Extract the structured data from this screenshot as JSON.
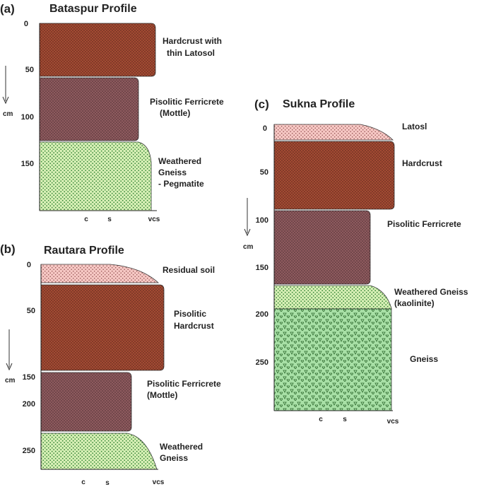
{
  "panels": [
    {
      "letter": "(a)",
      "title": "Bataspur Profile",
      "unit": "cm",
      "depth_ticks": [
        "0",
        "50",
        "100",
        "150"
      ],
      "grain_labels": [
        "c",
        "s",
        "vcs"
      ],
      "layers": [
        {
          "label": [
            "Hardcrust with",
            "thin Latosol"
          ],
          "fill": "#a34a33",
          "pattern": "dots-dark"
        },
        {
          "label": [
            "Pisolitic Ferricrete",
            "(Mottle)"
          ],
          "fill": "#8e5a5e",
          "pattern": "dots-dark"
        },
        {
          "label": [
            "Weathered",
            "Gneiss",
            "- Pegmatite"
          ],
          "fill": "#d8f0b6",
          "pattern": "dots-green"
        }
      ]
    },
    {
      "letter": "(b)",
      "title": "Rautara Profile",
      "unit": "cm",
      "depth_ticks": [
        "0",
        "50",
        "150",
        "200",
        "250"
      ],
      "grain_labels": [
        "c",
        "s",
        "vcs"
      ],
      "layers": [
        {
          "label": [
            "Residual soil"
          ],
          "fill": "#f6c8c4",
          "pattern": "dots-pink"
        },
        {
          "label": [
            "Pisolitic",
            "Hardcrust"
          ],
          "fill": "#a34a33",
          "pattern": "dots-dark"
        },
        {
          "label": [
            "Pisolitic Ferricrete",
            "(Mottle)"
          ],
          "fill": "#8e5a5e",
          "pattern": "dots-dark"
        },
        {
          "label": [
            "Weathered",
            "Gneiss"
          ],
          "fill": "#d8f0b6",
          "pattern": "dots-green"
        }
      ]
    },
    {
      "letter": "(c)",
      "title": "Sukna Profile",
      "unit": "cm",
      "depth_ticks": [
        "0",
        "50",
        "100",
        "150",
        "200",
        "250"
      ],
      "grain_labels": [
        "c",
        "s",
        "vcs"
      ],
      "layers": [
        {
          "label": [
            "Latosl"
          ],
          "fill": "#f6c8c4",
          "pattern": "dots-pink"
        },
        {
          "label": [
            "Hardcrust"
          ],
          "fill": "#a34a33",
          "pattern": "dots-dark"
        },
        {
          "label": [
            "Pisolitic Ferricrete"
          ],
          "fill": "#8e5a5e",
          "pattern": "dots-dark"
        },
        {
          "label": [
            "Weathered Gneiss",
            "(kaolinite)"
          ],
          "fill": "#d8f0b6",
          "pattern": "dots-green"
        },
        {
          "label": [
            "Gneiss"
          ],
          "fill": "#a8e0a6",
          "pattern": "triangles"
        }
      ]
    }
  ]
}
